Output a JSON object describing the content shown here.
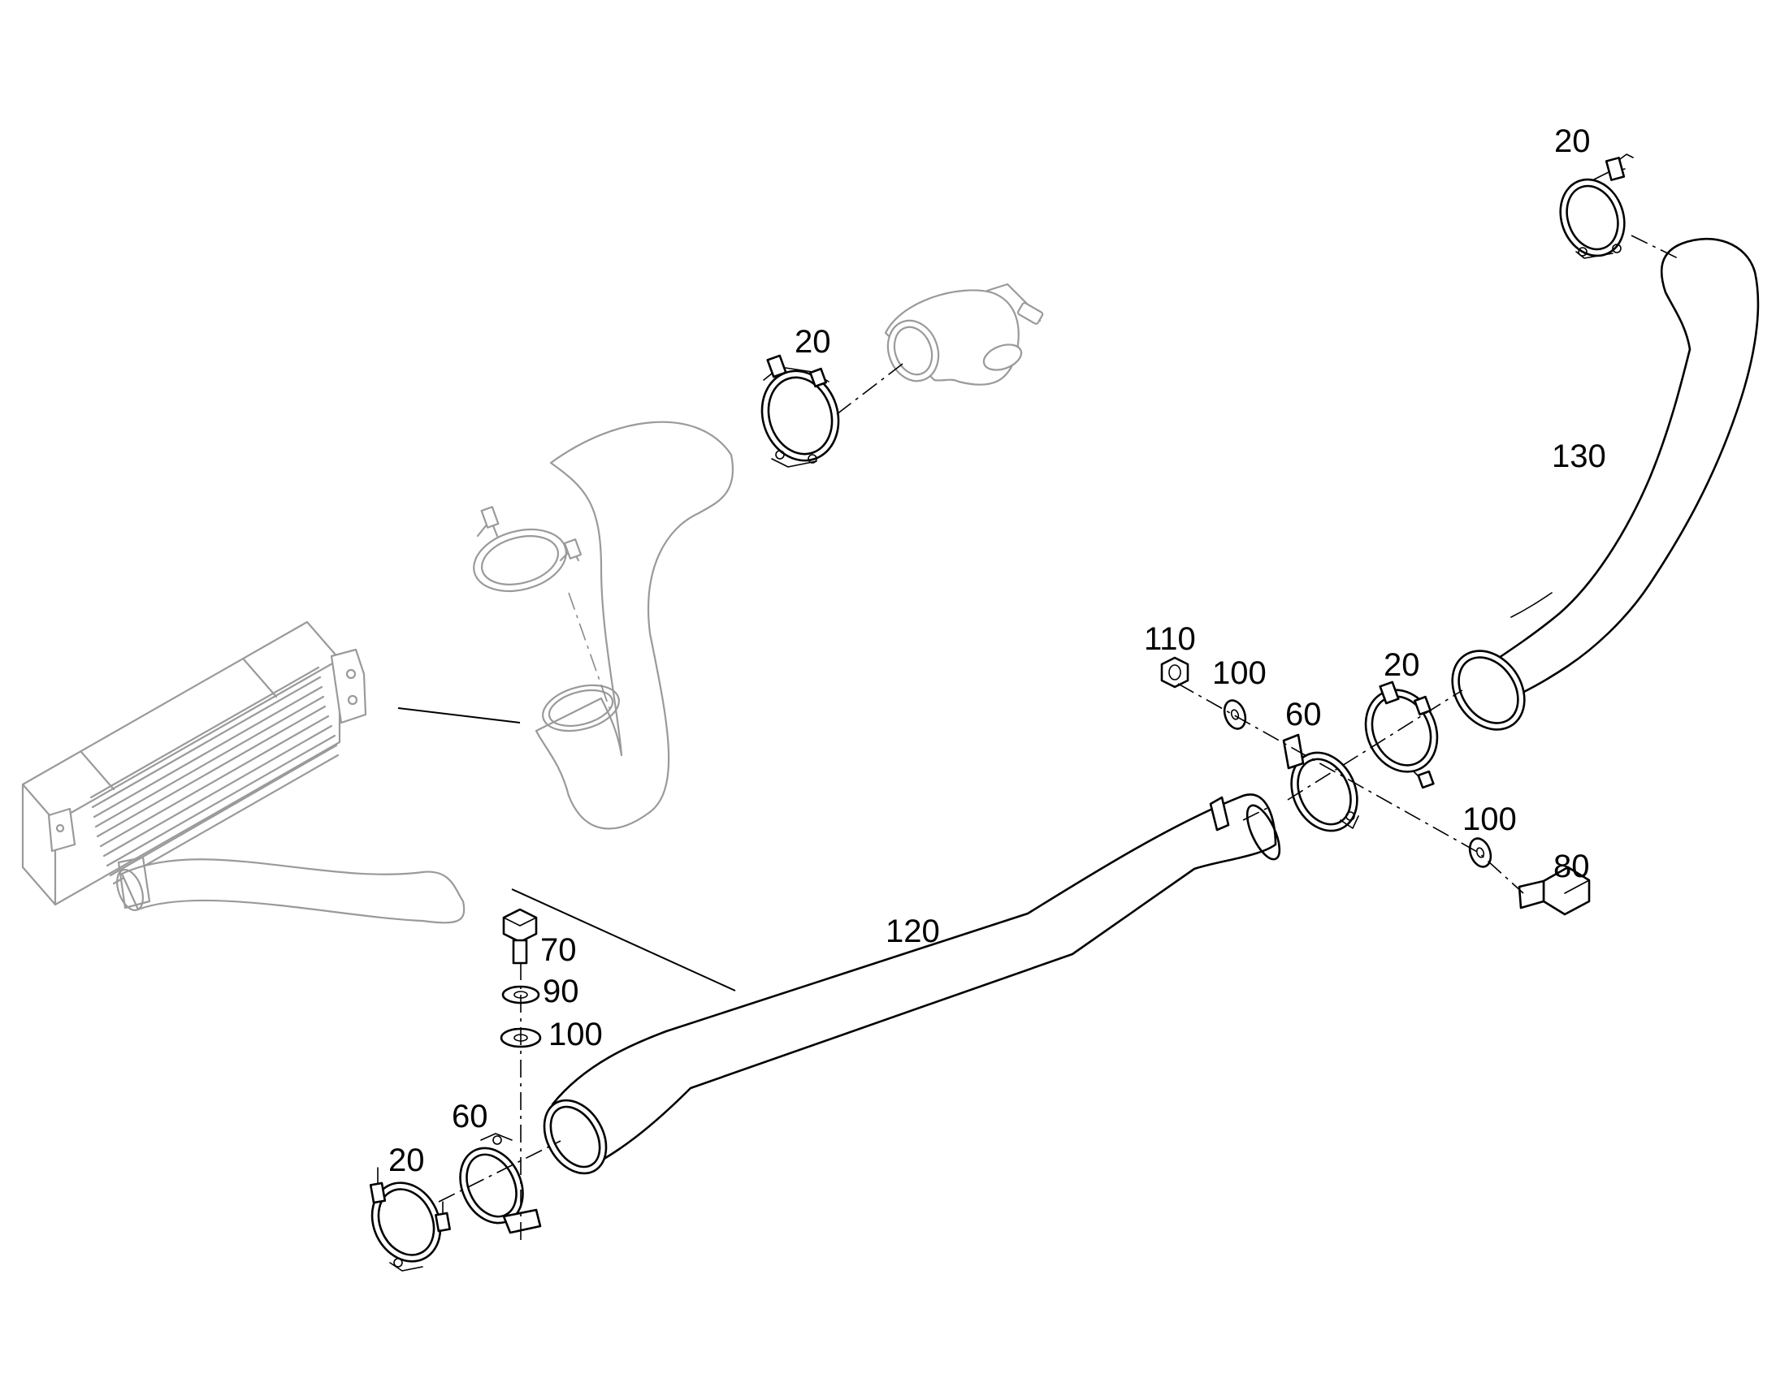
{
  "callouts": [
    {
      "id": "c20_top_right",
      "text": "20"
    },
    {
      "id": "c20_upper_mid",
      "text": "20"
    },
    {
      "id": "c130",
      "text": "130"
    },
    {
      "id": "c110",
      "text": "110"
    },
    {
      "id": "c100_right_upper",
      "text": "100"
    },
    {
      "id": "c60_right",
      "text": "60"
    },
    {
      "id": "c20_right_mid",
      "text": "20"
    },
    {
      "id": "c100_right_lower",
      "text": "100"
    },
    {
      "id": "c80",
      "text": "80"
    },
    {
      "id": "c120",
      "text": "120"
    },
    {
      "id": "c70",
      "text": "70"
    },
    {
      "id": "c90",
      "text": "90"
    },
    {
      "id": "c100_left",
      "text": "100"
    },
    {
      "id": "c60_left",
      "text": "60"
    },
    {
      "id": "c20_bottom_left",
      "text": "20"
    }
  ]
}
